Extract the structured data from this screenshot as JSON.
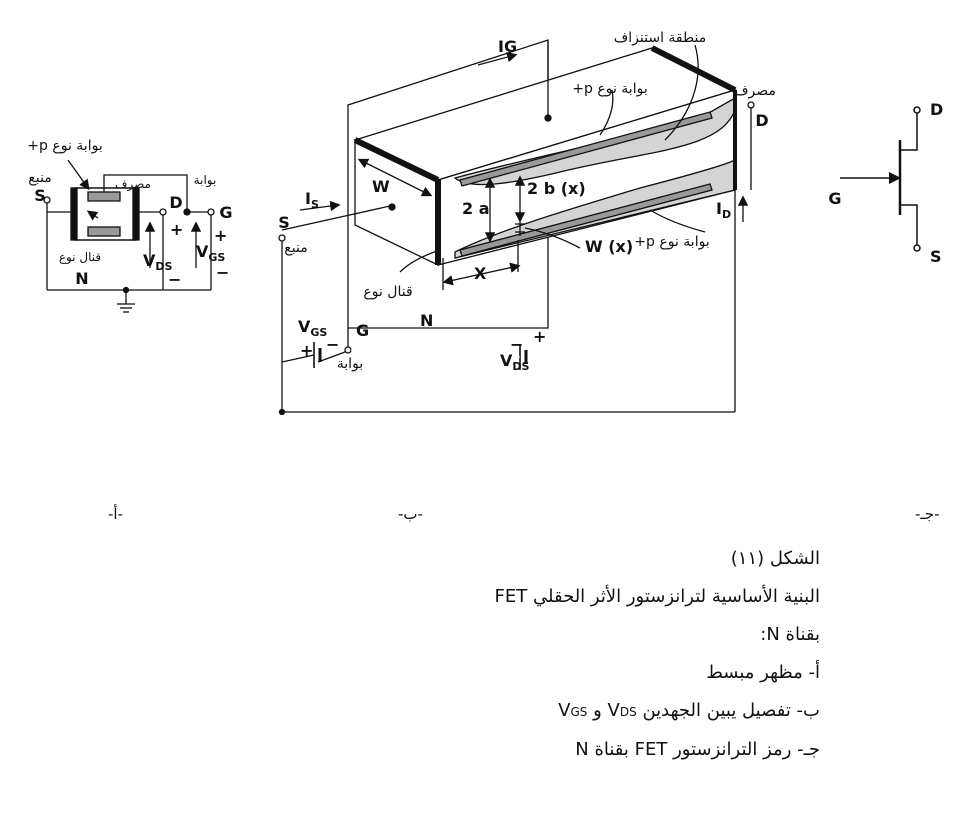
{
  "panels": {
    "a": {
      "label": "-أ-",
      "gate_type": "بوابة نوع p+",
      "source_ar": "منبع",
      "drain_ar": "مصرف",
      "gate_ar": "بوابة",
      "channel_ar": "قنال نوع",
      "S": "S",
      "D": "D",
      "G": "G",
      "N": "N",
      "vds": "V",
      "vds_sub": "DS",
      "vgs": "V",
      "vgs_sub": "GS",
      "plus1": "+",
      "plus2": "+",
      "minus1": "−",
      "minus2": "−"
    },
    "b": {
      "label": "-ب-",
      "ig": "IG",
      "depletion_ar": "منطقة استنزاف",
      "gate_type_top": "بوابة نوع p+",
      "gate_type_bottom": "بوابة نوع p+",
      "drain_ar": "مصرف",
      "D": "D",
      "S": "S",
      "source_ar": "منبع",
      "is": "I",
      "is_sub": "S",
      "id": "I",
      "id_sub": "D",
      "W": "W",
      "two_a": "2 a",
      "two_b": "2 b (x)",
      "wx": "W (x)",
      "X": "X",
      "channel_ar": "قنال نوع",
      "N": "N",
      "G": "G",
      "gate_ar": "بوابة",
      "vgs": "V",
      "vgs_sub": "GS",
      "vds": "V",
      "vds_sub": "DS",
      "plus1": "+",
      "minus1": "−",
      "plus2": "+",
      "minus2": "−"
    },
    "c": {
      "label": "-جـ-",
      "D": "D",
      "G": "G",
      "S": "S"
    }
  },
  "caption": {
    "line1": "الشكل (١١)",
    "line2": "البنية الأساسية لترانزستور الأثر الحقلي FET",
    "line3": "بقناة N:",
    "line4": "أ- مظهر مبسط",
    "line5_pre": "ب- تفصيل يبين الجهدين",
    "line5_v1": "V",
    "line5_v1_sub": "DS",
    "line5_and": "و",
    "line5_v2": "V",
    "line5_v2_sub": "GS",
    "line6": "جـ- رمز الترانزستور FET بقناة N"
  }
}
